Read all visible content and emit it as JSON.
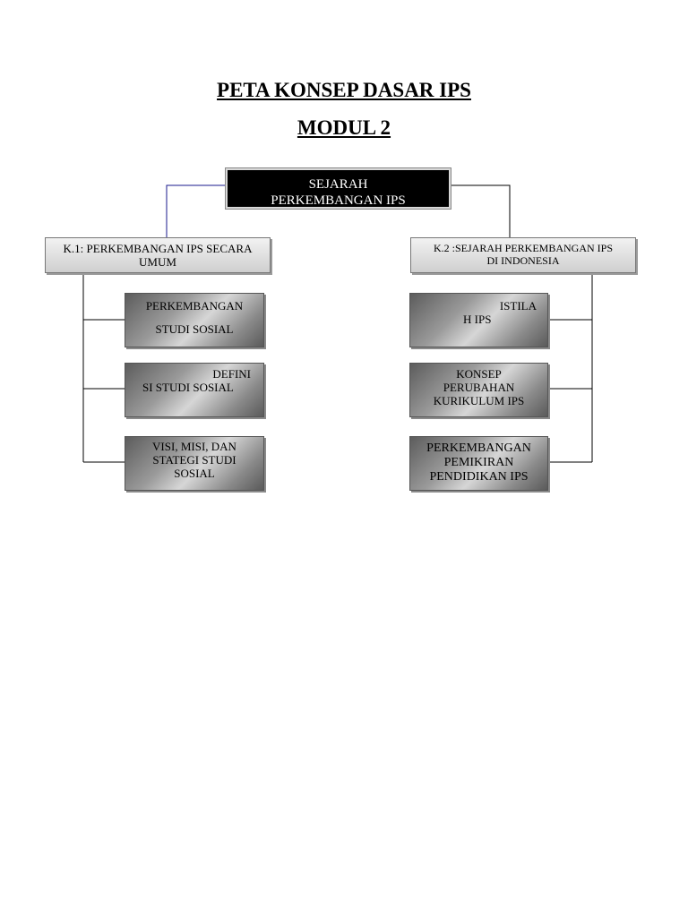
{
  "title": "PETA KONSEP DASAR IPS",
  "subtitle": "MODUL 2",
  "root": {
    "line1": "SEJARAH",
    "line2": "PERKEMBANGAN IPS"
  },
  "left": {
    "category": {
      "line1": "K.1: PERKEMBANGAN IPS SECARA",
      "line2": "UMUM"
    },
    "items": [
      {
        "line1": "PERKEMBANGAN",
        "line2": "STUDI SOSIAL"
      },
      {
        "line1": "DEFINI",
        "line2": "SI  STUDI SOSIAL"
      },
      {
        "line1": "VISI, MISI, DAN",
        "line2": "STATEGI  STUDI",
        "line3": "SOSIAL"
      }
    ]
  },
  "right": {
    "category": {
      "line1": "K.2 :SEJARAH PERKEMBANGAN IPS",
      "line2": "DI INDONESIA"
    },
    "items": [
      {
        "line1": "ISTILA",
        "line2": "H IPS"
      },
      {
        "line1": "KONSEP",
        "line2": "PERUBAHAN",
        "line3": "KURIKULUM IPS"
      },
      {
        "line1": "PERKEMBANGAN",
        "line2": "PEMIKIRAN",
        "line3": "PENDIDIKAN IPS"
      }
    ]
  }
}
